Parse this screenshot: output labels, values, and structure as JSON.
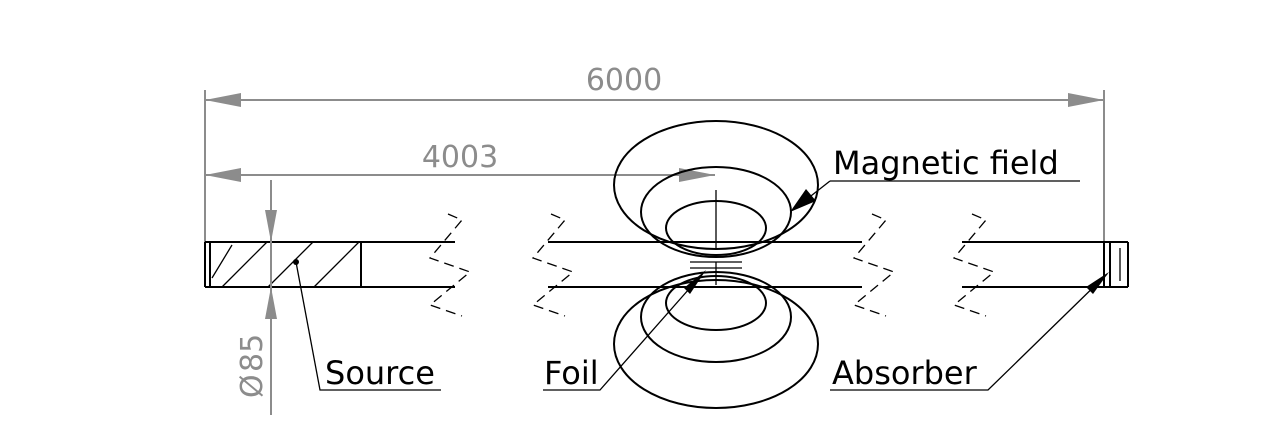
{
  "dimensions": {
    "total_length": "6000",
    "foil_distance": "4003",
    "diameter_symbol": "Ø",
    "diameter_value": "85"
  },
  "labels": {
    "magnetic_field": "Magnetic field",
    "source": "Source",
    "foil": "Foil",
    "absorber": "Absorber"
  },
  "colors": {
    "dimension": "#8c8c8c",
    "outline": "#000000"
  }
}
